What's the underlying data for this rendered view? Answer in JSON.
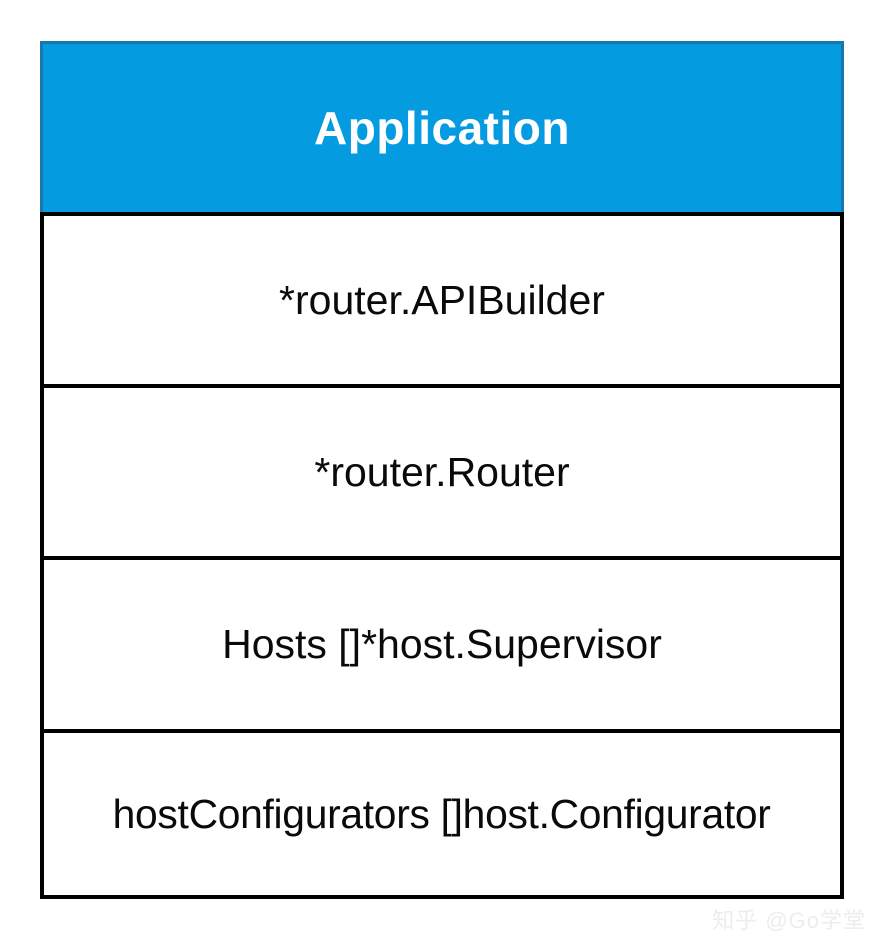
{
  "diagram": {
    "header": {
      "title": "Application",
      "background_color": "#059BE1",
      "border_color": "#1878AE",
      "text_color": "#FFFFFF"
    },
    "border_color": "#000000",
    "row_background": "#FFFFFF",
    "rows": [
      {
        "label": "*router.APIBuilder"
      },
      {
        "label": "*router.Router"
      },
      {
        "label": "Hosts []*host.Supervisor"
      },
      {
        "label": "hostConfigurators []host.Configurator"
      }
    ]
  },
  "watermark": {
    "text": "知乎 @Go学堂",
    "color": "#EDEDED"
  }
}
